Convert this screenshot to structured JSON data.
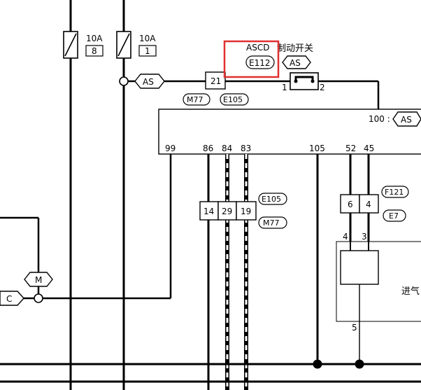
{
  "fuses": [
    {
      "rating": "10A",
      "number": "8"
    },
    {
      "rating": "10A",
      "number": "1"
    }
  ],
  "connectors": {
    "as_top": "AS",
    "m77_top": "M77",
    "e105_top": "E105",
    "pin_21": "21",
    "ascd_label": "ASCD",
    "brake_switch": "制动开关",
    "e112": "E112",
    "as_switch": "AS",
    "switch_pin1": "1",
    "switch_pin2": "2",
    "ecm_ref": "100 :",
    "as_ecm": "AS",
    "m_left": "M",
    "c_left": "C",
    "e105_mid": "E105",
    "m77_mid": "M77",
    "f121": "F121",
    "e7": "E7",
    "intake_label": "进气"
  },
  "ecm_pins": [
    "99",
    "86",
    "84",
    "83",
    "105",
    "52",
    "45"
  ],
  "mid_connector_pins": [
    "14",
    "29",
    "19"
  ],
  "right_connector_pins": [
    "6",
    "4"
  ],
  "sensor_pins": [
    "4",
    "3",
    "5"
  ],
  "highlight_color": "#e03030"
}
